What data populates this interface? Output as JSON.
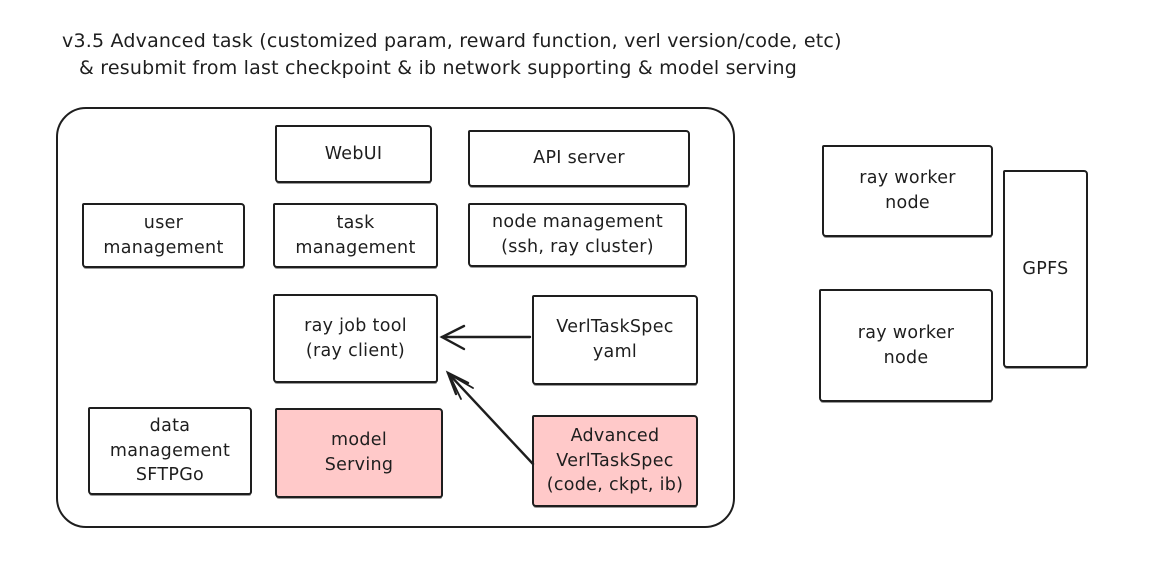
{
  "title": {
    "line1": "v3.5 Advanced task (customized param, reward function, verl version/code, etc)",
    "line2": "& resubmit from last checkpoint & ib network supporting & model serving"
  },
  "colors": {
    "stroke": "#1e1e1e",
    "background": "#ffffff",
    "highlight_fill": "#ffc9c9"
  },
  "nodes": {
    "webui": {
      "label": "WebUI",
      "highlighted": false
    },
    "api_server": {
      "label": "API server",
      "highlighted": false
    },
    "user_management": {
      "label": "user\nmanagement",
      "highlighted": false
    },
    "task_management": {
      "label": "task\nmanagement",
      "highlighted": false
    },
    "node_management": {
      "label": "node management\n(ssh, ray cluster)",
      "highlighted": false
    },
    "ray_job_tool": {
      "label": "ray job tool\n(ray client)",
      "highlighted": false
    },
    "verl_task_spec_yaml": {
      "label": "VerlTaskSpec\nyaml",
      "highlighted": false
    },
    "data_management": {
      "label": "data\nmanagement\nSFTPGo",
      "highlighted": false
    },
    "model_serving": {
      "label": "model\nServing",
      "highlighted": true
    },
    "advanced_verl_task_spec": {
      "label": "Advanced\nVerlTaskSpec\n(code, ckpt, ib)",
      "highlighted": true
    },
    "ray_worker_node_1": {
      "label": "ray worker\nnode",
      "highlighted": false
    },
    "ray_worker_node_2": {
      "label": "ray worker\nnode",
      "highlighted": false
    },
    "gpfs": {
      "label": "GPFS",
      "highlighted": false
    }
  },
  "edges": [
    {
      "from": "verl_task_spec_yaml",
      "to": "ray_job_tool",
      "type": "arrow"
    },
    {
      "from": "advanced_verl_task_spec",
      "to": "ray_job_tool",
      "type": "arrow"
    }
  ]
}
